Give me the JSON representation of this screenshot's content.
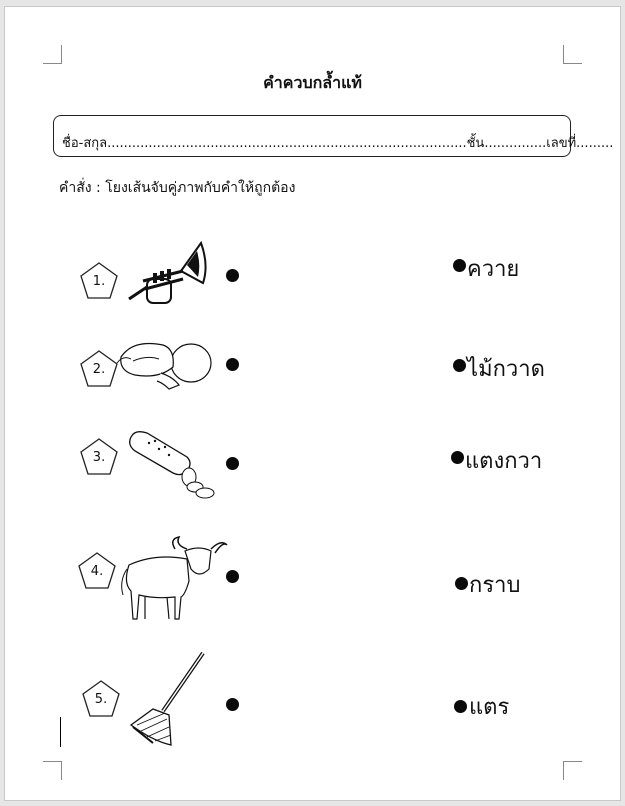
{
  "title": "คำควบกล้ำแท้",
  "name_line": "ชื่อ-สกุล.......................................................................................ชั้น...............เลขที่.........",
  "instruction": "คำสั่ง : โยงเส้นจับคู่ภาพกับคำให้ถูกต้อง",
  "items": [
    {
      "number": "1.",
      "picture": "trumpet-icon"
    },
    {
      "number": "2.",
      "picture": "crawling-baby-icon"
    },
    {
      "number": "3.",
      "picture": "cucumber-icon"
    },
    {
      "number": "4.",
      "picture": "buffalo-icon"
    },
    {
      "number": "5.",
      "picture": "broom-icon"
    }
  ],
  "words": [
    "ควาย",
    "ไม้กวาด",
    "แตงกวา",
    "กราบ",
    "แตร"
  ]
}
